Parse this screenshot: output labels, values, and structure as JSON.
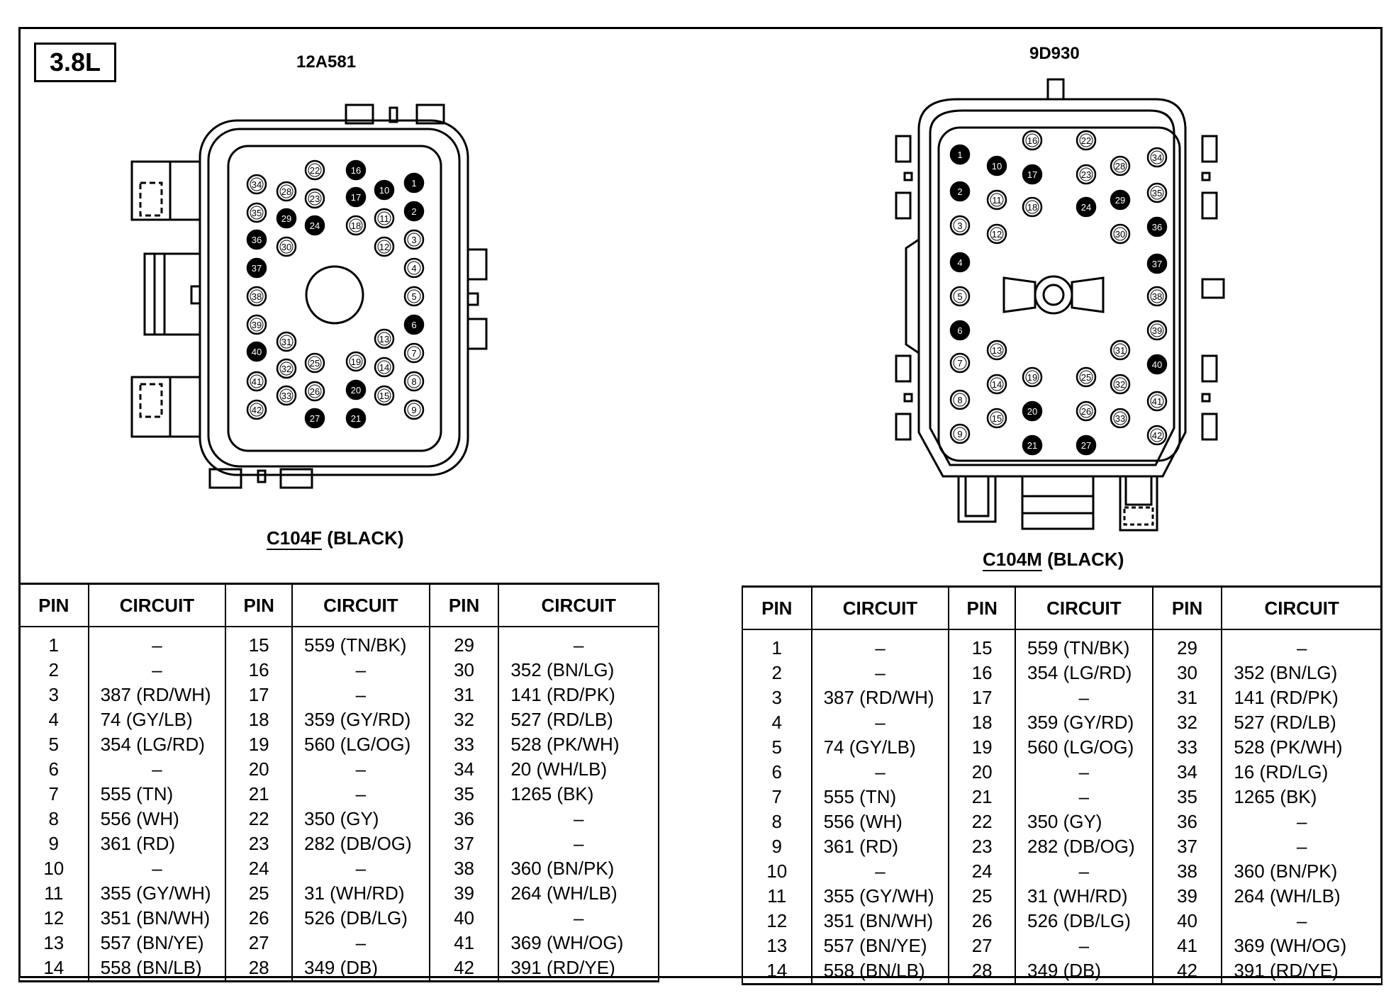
{
  "engine_label": "3.8L",
  "left": {
    "part_number": "12A581",
    "connector_id": "C104F",
    "connector_color": "(BLACK)",
    "filled_pins": [
      1,
      2,
      6,
      10,
      16,
      17,
      20,
      21,
      24,
      27,
      29,
      36,
      37,
      40
    ]
  },
  "right": {
    "part_number": "9D930",
    "connector_id": "C104M",
    "connector_color": "(BLACK)",
    "filled_pins": [
      1,
      2,
      4,
      6,
      10,
      17,
      20,
      21,
      24,
      27,
      29,
      36,
      37,
      40
    ]
  },
  "table_headers": {
    "pin": "PIN",
    "circuit": "CIRCUIT"
  },
  "left_table": [
    [
      "1",
      "–",
      "15",
      "559 (TN/BK)",
      "29",
      "–"
    ],
    [
      "2",
      "–",
      "16",
      "–",
      "30",
      "352 (BN/LG)"
    ],
    [
      "3",
      "387 (RD/WH)",
      "17",
      "–",
      "31",
      "141 (RD/PK)"
    ],
    [
      "4",
      "74 (GY/LB)",
      "18",
      "359 (GY/RD)",
      "32",
      "527 (RD/LB)"
    ],
    [
      "5",
      "354 (LG/RD)",
      "19",
      "560 (LG/OG)",
      "33",
      "528 (PK/WH)"
    ],
    [
      "6",
      "–",
      "20",
      "–",
      "34",
      "20 (WH/LB)"
    ],
    [
      "7",
      "555 (TN)",
      "21",
      "–",
      "35",
      "1265 (BK)"
    ],
    [
      "8",
      "556 (WH)",
      "22",
      "350 (GY)",
      "36",
      "–"
    ],
    [
      "9",
      "361 (RD)",
      "23",
      "282 (DB/OG)",
      "37",
      "–"
    ],
    [
      "10",
      "–",
      "24",
      "–",
      "38",
      "360 (BN/PK)"
    ],
    [
      "11",
      "355 (GY/WH)",
      "25",
      "31 (WH/RD)",
      "39",
      "264 (WH/LB)"
    ],
    [
      "12",
      "351 (BN/WH)",
      "26",
      "526 (DB/LG)",
      "40",
      "–"
    ],
    [
      "13",
      "557 (BN/YE)",
      "27",
      "–",
      "41",
      "369 (WH/OG)"
    ],
    [
      "14",
      "558 (BN/LB)",
      "28",
      "349 (DB)",
      "42",
      "391 (RD/YE)"
    ]
  ],
  "right_table": [
    [
      "1",
      "–",
      "15",
      "559 (TN/BK)",
      "29",
      "–"
    ],
    [
      "2",
      "–",
      "16",
      "354 (LG/RD)",
      "30",
      "352 (BN/LG)"
    ],
    [
      "3",
      "387 (RD/WH)",
      "17",
      "–",
      "31",
      "141 (RD/PK)"
    ],
    [
      "4",
      "–",
      "18",
      "359 (GY/RD)",
      "32",
      "527 (RD/LB)"
    ],
    [
      "5",
      "74 (GY/LB)",
      "19",
      "560 (LG/OG)",
      "33",
      "528 (PK/WH)"
    ],
    [
      "6",
      "–",
      "20",
      "–",
      "34",
      "16 (RD/LG)"
    ],
    [
      "7",
      "555 (TN)",
      "21",
      "–",
      "35",
      "1265 (BK)"
    ],
    [
      "8",
      "556 (WH)",
      "22",
      "350 (GY)",
      "36",
      "–"
    ],
    [
      "9",
      "361 (RD)",
      "23",
      "282 (DB/OG)",
      "37",
      "–"
    ],
    [
      "10",
      "–",
      "24",
      "–",
      "38",
      "360 (BN/PK)"
    ],
    [
      "11",
      "355 (GY/WH)",
      "25",
      "31 (WH/RD)",
      "39",
      "264 (WH/LB)"
    ],
    [
      "12",
      "351 (BN/WH)",
      "26",
      "526 (DB/LG)",
      "40",
      "–"
    ],
    [
      "13",
      "557 (BN/YE)",
      "27",
      "–",
      "41",
      "369 (WH/OG)"
    ],
    [
      "14",
      "558 (BN/LB)",
      "28",
      "349 (DB)",
      "42",
      "391 (RD/YE)"
    ]
  ]
}
